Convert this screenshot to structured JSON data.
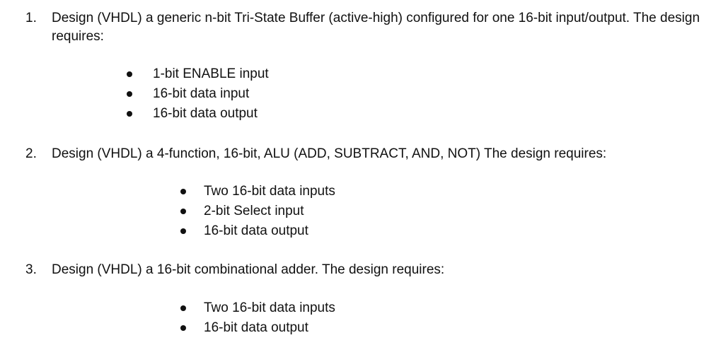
{
  "questions": [
    {
      "number": "1.",
      "text": "Design (VHDL) a generic n-bit Tri-State Buffer (active-high) configured for one 16-bit input/output. The design requires:",
      "bullets": [
        "1-bit ENABLE input",
        "16-bit data input",
        "16-bit data output"
      ]
    },
    {
      "number": "2.",
      "text": "Design (VHDL) a 4-function, 16-bit, ALU (ADD, SUBTRACT, AND, NOT) The design requires:",
      "bullets": [
        "Two 16-bit data inputs",
        "2-bit Select input",
        "16-bit data output"
      ]
    },
    {
      "number": "3.",
      "text": "Design (VHDL) a 16-bit combinational adder. The design requires:",
      "bullets": [
        "Two 16-bit data inputs",
        "16-bit data output"
      ]
    }
  ]
}
